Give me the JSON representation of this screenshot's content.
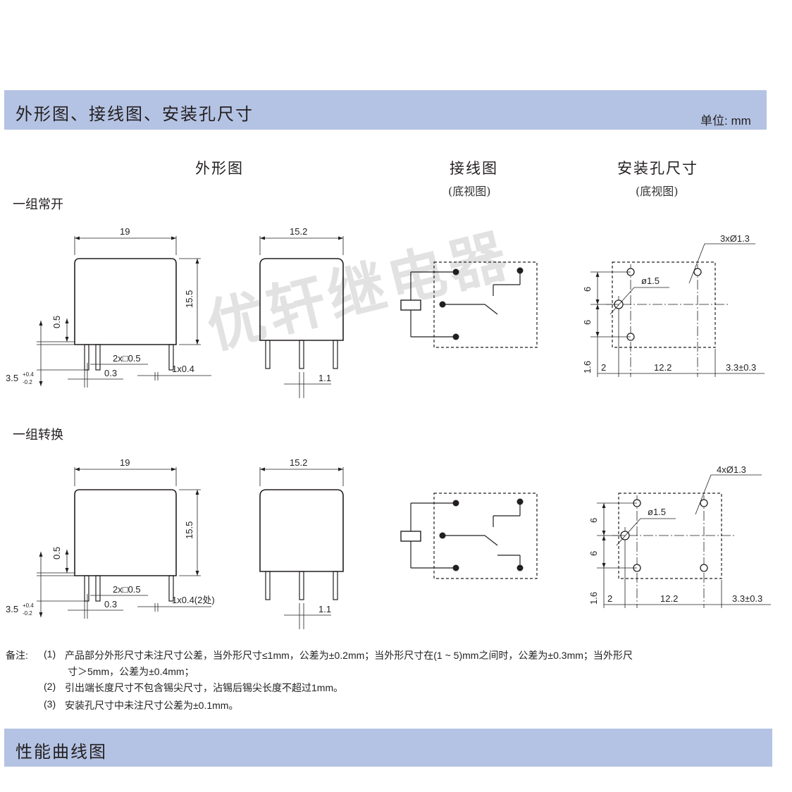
{
  "header": {
    "title": "外形图、接线图、安装孔尺寸",
    "unit": "单位: mm",
    "band_color": "#b4c3e3"
  },
  "columns": {
    "outline": "外形图",
    "wiring": "接线图",
    "wiring_sub": "(底视图)",
    "mounting": "安装孔尺寸",
    "mounting_sub": "(底视图)"
  },
  "watermark": "优轩继电器",
  "groups": [
    {
      "label": "一组常开",
      "outline_dims": {
        "width": "19",
        "height": "15.5",
        "standoff": "0.5",
        "pin_len": "3.5",
        "tol_plus": "+0.4",
        "tol_minus": "-0.2",
        "square_pins": "2x□0.5",
        "offset": "0.3",
        "pin": "1x0.4"
      },
      "side_dims": {
        "depth": "15.2",
        "pin_gap": "1.1"
      },
      "mount_dims": {
        "holes": "3xØ1.3",
        "big_hole": "ø1.5",
        "pitch_a": "6",
        "pitch_b": "6",
        "bottom": "1.6",
        "left": "2",
        "span": "12.2",
        "right": "3.3±0.3"
      }
    },
    {
      "label": "一组转换",
      "outline_dims": {
        "width": "19",
        "height": "15.5",
        "standoff": "0.5",
        "pin_len": "3.5",
        "tol_plus": "+0.4",
        "tol_minus": "-0.2",
        "square_pins": "2x□0.5",
        "offset": "0.3",
        "pin": "1x0.4(2处)"
      },
      "side_dims": {
        "depth": "15.2",
        "pin_gap": "1.1"
      },
      "mount_dims": {
        "holes": "4xØ1.3",
        "big_hole": "ø1.5",
        "pitch_a": "6",
        "pitch_b": "6",
        "bottom": "1.6",
        "left": "2",
        "span": "12.2",
        "right": "3.3±0.3"
      }
    }
  ],
  "notes": {
    "prefix": "备注:",
    "items": [
      {
        "num": "(1)",
        "text": "产品部分外形尺寸未注尺寸公差，当外形尺寸≤1mm，公差为±0.2mm；当外形尺寸在(1 ~ 5)mm之间时，公差为±0.3mm；当外形尺",
        "cont": "寸＞5mm，公差为±0.4mm；"
      },
      {
        "num": "(2)",
        "text": "引出端长度尺寸不包含锡尖尺寸，沾锡后锡尖长度不超过1mm。"
      },
      {
        "num": "(3)",
        "text": "安装孔尺寸中未注尺寸公差为±0.1mm。"
      }
    ]
  },
  "footer": {
    "title": "性能曲线图"
  }
}
